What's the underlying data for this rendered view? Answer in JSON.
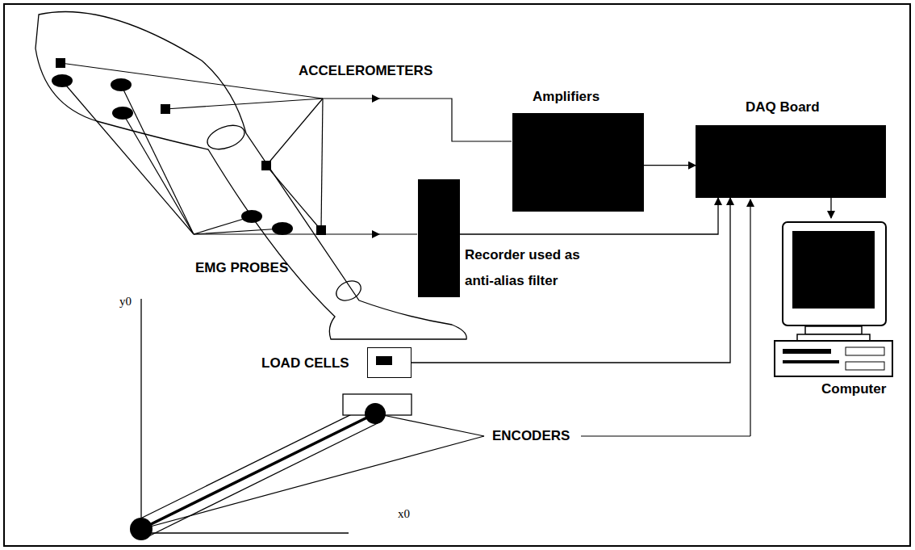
{
  "diagram": {
    "nodes": [
      {
        "text": [
          "Amplifiers"
        ]
      },
      {
        "text": [
          "DAQ Board"
        ]
      },
      {
        "text": [
          "Recorder used as anti-alias filter"
        ]
      },
      {
        "text": [
          "Computer"
        ]
      },
      {
        "text": [
          "LOAD CELLS"
        ]
      }
    ],
    "edges": [
      {
        "from": 0,
        "to": 1,
        "arrow": "to"
      },
      {
        "from": 2,
        "to": 1,
        "arrow": "to"
      },
      {
        "from": 1,
        "to": 3,
        "arrow": "to"
      },
      {
        "from": 4,
        "to": 1,
        "arrow": "to"
      }
    ],
    "labels": [
      "ACCELEROMETERS",
      "EMG PROBES",
      "ENCODERS",
      "y0",
      "x0"
    ]
  }
}
